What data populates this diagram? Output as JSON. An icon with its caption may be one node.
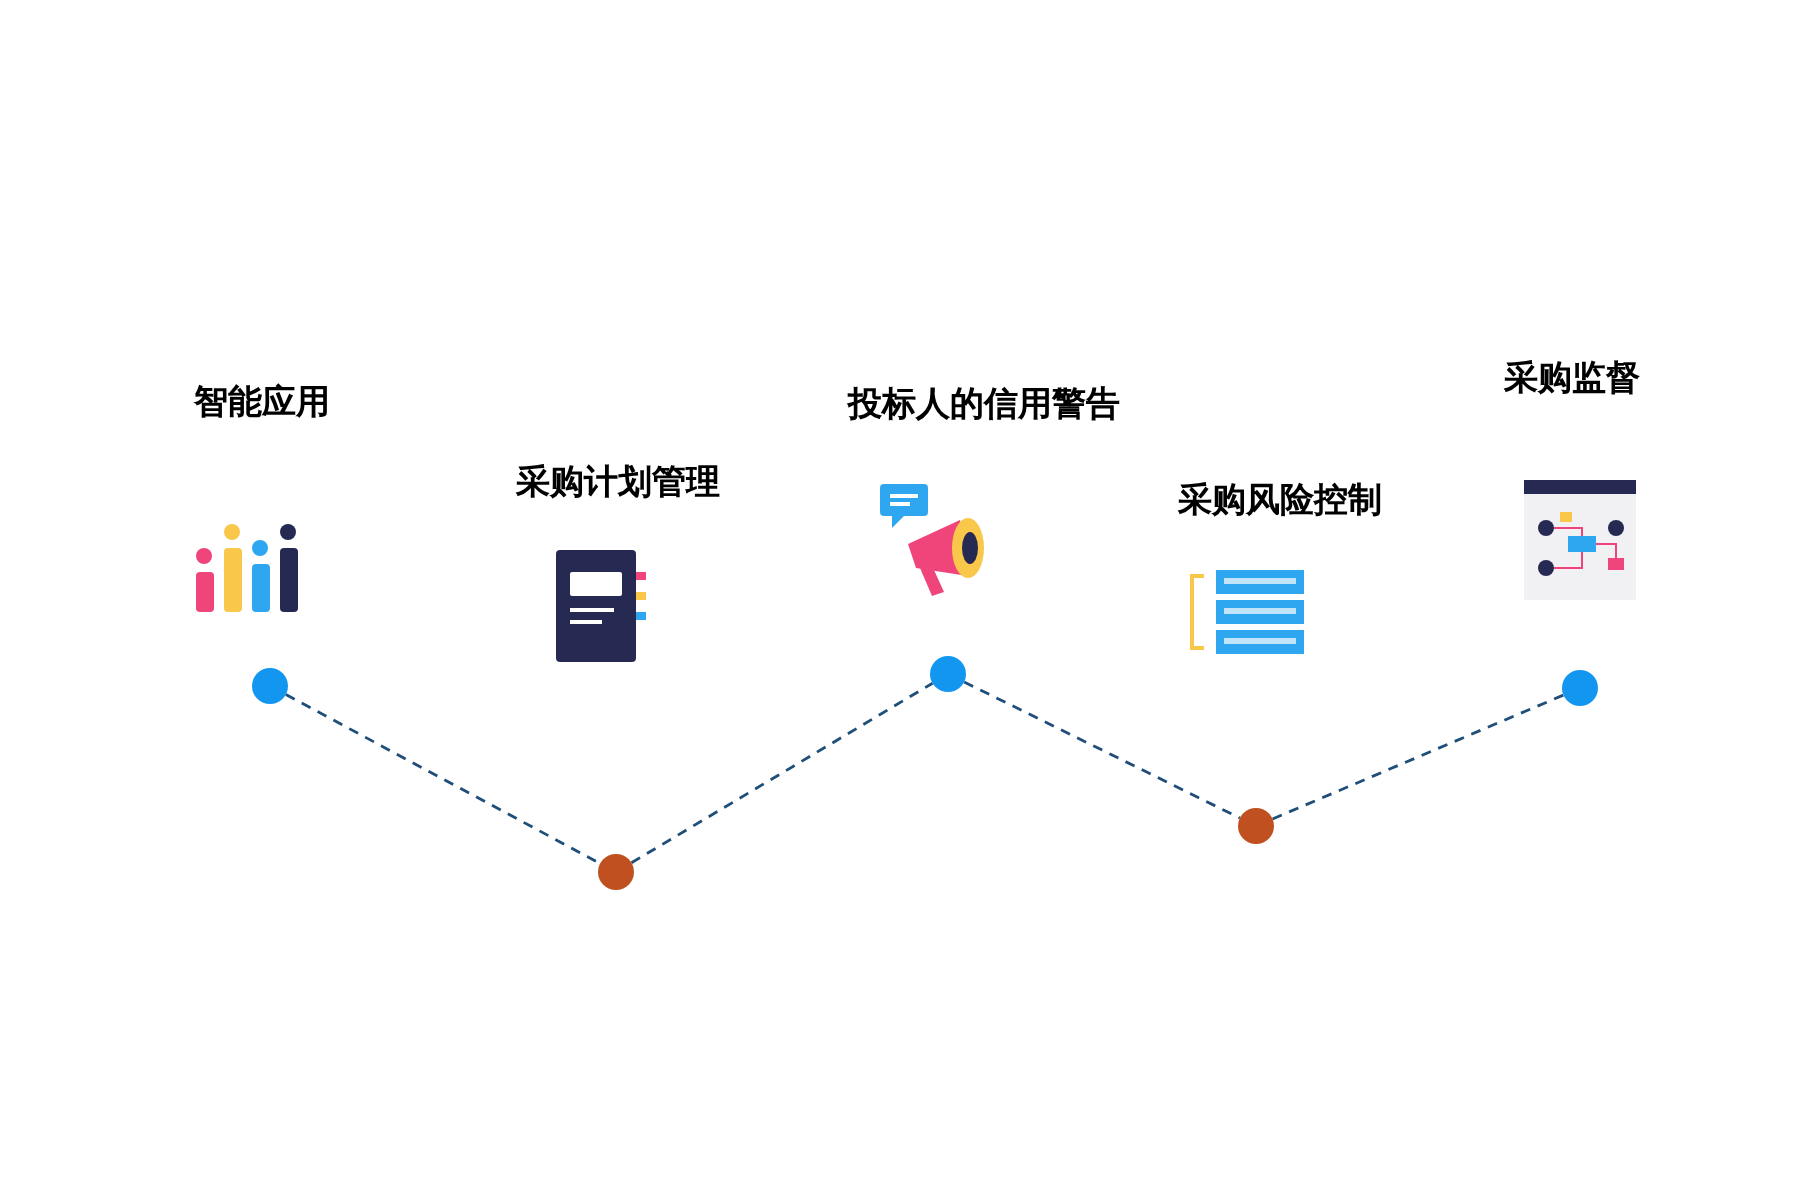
{
  "diagram": {
    "nodes": [
      {
        "text": [],
        "shape": "circle"
      },
      {
        "text": [],
        "shape": "circle"
      },
      {
        "text": [],
        "shape": "circle"
      },
      {
        "text": [],
        "shape": "circle"
      },
      {
        "text": [],
        "shape": "circle"
      }
    ],
    "edges": [
      {
        "from": 0,
        "to": 1,
        "arrow": "none",
        "style": "dashed"
      },
      {
        "from": 1,
        "to": 2,
        "arrow": "none",
        "style": "dashed"
      },
      {
        "from": 2,
        "to": 3,
        "arrow": "none",
        "style": "dashed"
      },
      {
        "from": 3,
        "to": 4,
        "arrow": "none",
        "style": "dashed"
      }
    ],
    "labels": [
      "智能应用",
      "采购计划管理",
      "投标人的信用警告",
      "采购风险控制",
      "采购监督"
    ]
  }
}
